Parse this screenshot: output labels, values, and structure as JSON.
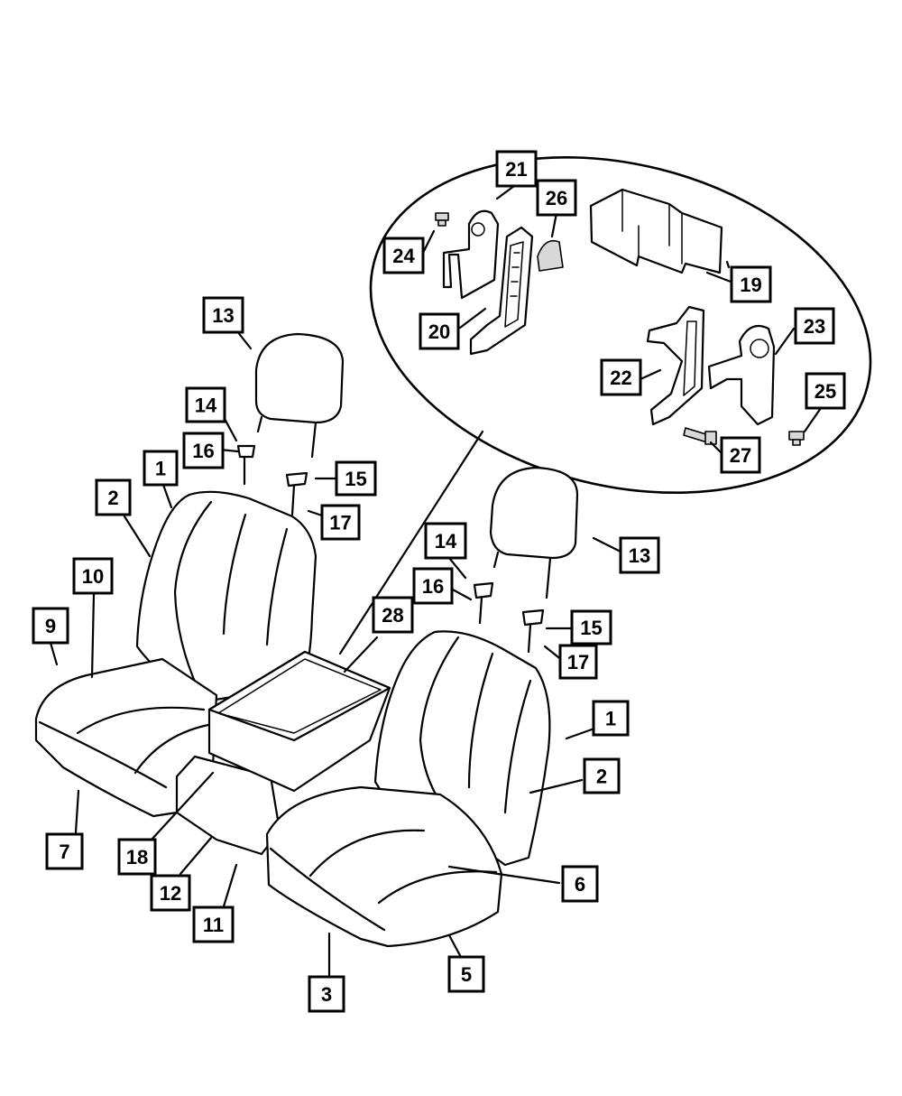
{
  "callouts": [
    {
      "id": "c1a",
      "label": "1"
    },
    {
      "id": "c1b",
      "label": "1"
    },
    {
      "id": "c2a",
      "label": "2"
    },
    {
      "id": "c2b",
      "label": "2"
    },
    {
      "id": "c3",
      "label": "3"
    },
    {
      "id": "c5",
      "label": "5"
    },
    {
      "id": "c6",
      "label": "6"
    },
    {
      "id": "c7",
      "label": "7"
    },
    {
      "id": "c9",
      "label": "9"
    },
    {
      "id": "c10",
      "label": "10"
    },
    {
      "id": "c11",
      "label": "11"
    },
    {
      "id": "c12",
      "label": "12"
    },
    {
      "id": "c13a",
      "label": "13"
    },
    {
      "id": "c13b",
      "label": "13"
    },
    {
      "id": "c14a",
      "label": "14"
    },
    {
      "id": "c14b",
      "label": "14"
    },
    {
      "id": "c15a",
      "label": "15"
    },
    {
      "id": "c15b",
      "label": "15"
    },
    {
      "id": "c16a",
      "label": "16"
    },
    {
      "id": "c16b",
      "label": "16"
    },
    {
      "id": "c17a",
      "label": "17"
    },
    {
      "id": "c17b",
      "label": "17"
    },
    {
      "id": "c18",
      "label": "18"
    },
    {
      "id": "c19",
      "label": "19"
    },
    {
      "id": "c20",
      "label": "20"
    },
    {
      "id": "c21",
      "label": "21"
    },
    {
      "id": "c22",
      "label": "22"
    },
    {
      "id": "c23",
      "label": "23"
    },
    {
      "id": "c24",
      "label": "24"
    },
    {
      "id": "c25",
      "label": "25"
    },
    {
      "id": "c26",
      "label": "26"
    },
    {
      "id": "c27",
      "label": "27"
    },
    {
      "id": "c28",
      "label": "28"
    }
  ]
}
